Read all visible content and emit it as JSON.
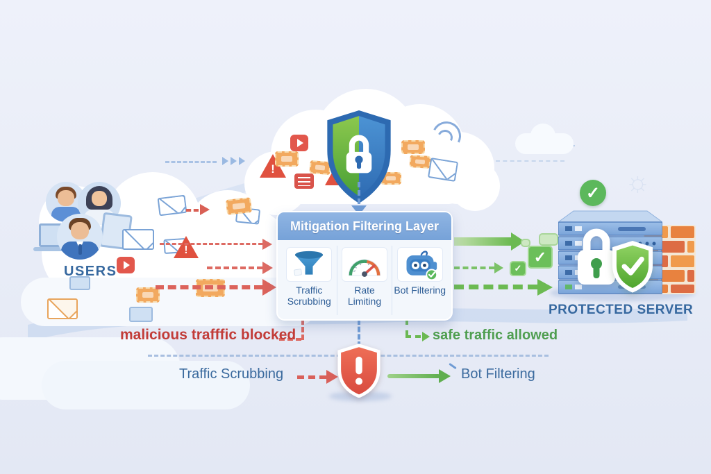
{
  "labels": {
    "users": "USERS",
    "protected_server": "PROTECTED SERVER",
    "malicious_blocked": "malicious trafffic blocked",
    "safe_allowed": "safe traffic allowed",
    "legend_traffic_scrubbing": "Traffic Scrubbing",
    "legend_bot_filtering": "Bot Filtering"
  },
  "mitigation_box": {
    "title": "Mitigation Filtering Layer",
    "filters": [
      {
        "label": "Traffic Scrubbing",
        "icon": "funnel-icon"
      },
      {
        "label": "Rate Limiting",
        "icon": "gauge-icon"
      },
      {
        "label": "Bot Filtering",
        "icon": "robot-icon"
      }
    ]
  },
  "icons": [
    "cloud-icon",
    "shield-lock-icon",
    "envelope-icon",
    "packet-icon",
    "warning-triangle-icon",
    "play-badge-icon",
    "funnel-icon",
    "gauge-icon",
    "robot-icon",
    "check-circle-icon",
    "padlock-icon",
    "shield-check-icon",
    "server-rack-icon",
    "firewall-bricks-icon",
    "alert-shield-icon",
    "users-avatars",
    "laptop-icon",
    "monitor-icon",
    "wifi-arcs-icon"
  ],
  "colors": {
    "background": "#e9edf7",
    "label_blue": "#36689f",
    "header_blue": "#7fa9dc",
    "malicious_red": "#c23c38",
    "safe_green": "#4f9e50",
    "shield_green": "#56ad53",
    "shield_blue": "#3c86cb",
    "alert_red": "#e0564a",
    "brick_orange": "#e1813f"
  }
}
